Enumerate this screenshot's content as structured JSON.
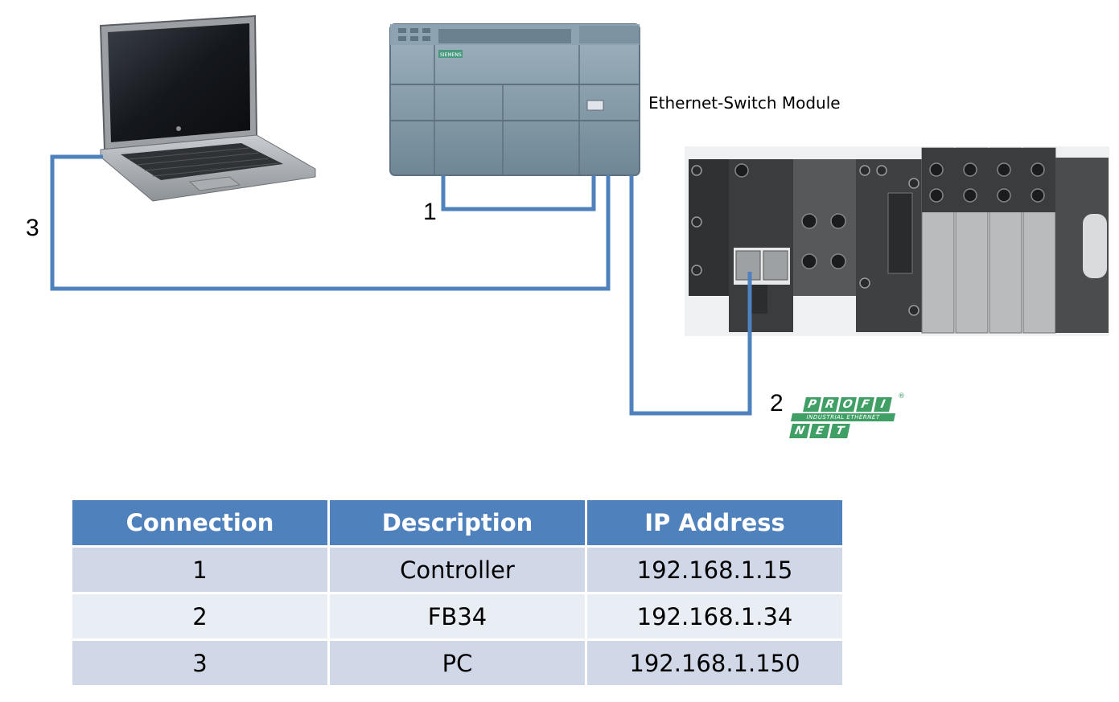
{
  "diagram": {
    "labels": {
      "switch_module": "Ethernet-Switch Module",
      "connection_1": "1",
      "connection_2": "2",
      "connection_3": "3"
    },
    "profinet_logo": {
      "top_letters": [
        "P",
        "R",
        "O",
        "F",
        "I"
      ],
      "bottom_letters": [
        "N",
        "E",
        "T"
      ],
      "subtitle": "INDUSTRIAL ETHERNET",
      "mark": "®"
    },
    "plc_brand": "SIEMENS",
    "colors": {
      "wire": "#4f81bd",
      "header": "#4f81bd",
      "row_odd": "#d0d8e8",
      "row_even": "#e9edf4",
      "profinet": "#3f9f64"
    }
  },
  "table": {
    "headers": [
      "Connection",
      "Description",
      "IP Address"
    ],
    "rows": [
      [
        "1",
        "Controller",
        "192.168.1.15"
      ],
      [
        "2",
        "FB34",
        "192.168.1.34"
      ],
      [
        "3",
        "PC",
        "192.168.1.150"
      ]
    ]
  }
}
